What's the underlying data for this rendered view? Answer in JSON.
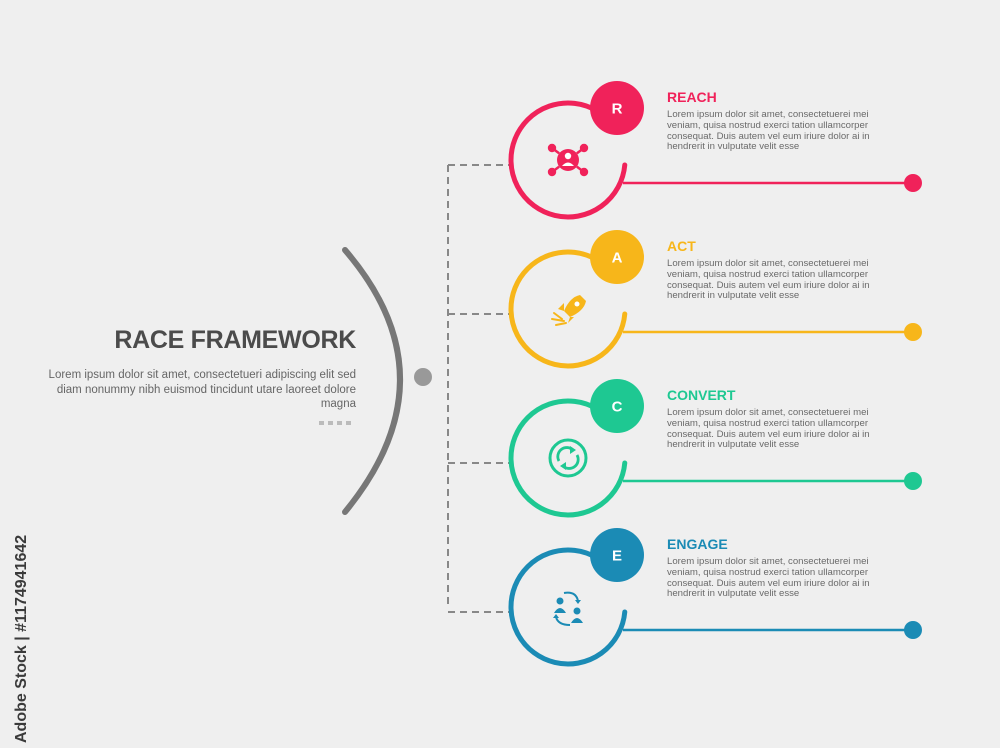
{
  "title": "RACE FRAMEWORK",
  "description": "Lorem ipsum dolor sit amet, consectetueri adipiscing elit sed diam nonummy nibh euismod tincidunt utare laoreet dolore magna",
  "watermark_id": "Adobe Stock | #1174941642",
  "colors": {
    "hub": "#777777",
    "connector": "#888888"
  },
  "steps": [
    {
      "letter": "R",
      "label": "REACH",
      "icon": "network-people-icon",
      "color": "#f0225a",
      "text": "Lorem ipsum dolor sit amet, consectetuerei mei veniam, quisa nostrud exerci tation ullamcorper consequat. Duis autem vel eum iriure dolor ai in hendrerit in vulputate velit esse"
    },
    {
      "letter": "A",
      "label": "ACT",
      "icon": "rocket-icon",
      "color": "#f7b61a",
      "text": "Lorem ipsum dolor sit amet, consectetuerei mei veniam, quisa nostrud exerci tation ullamcorper consequat. Duis autem vel eum iriure dolor ai in hendrerit in vulputate velit esse"
    },
    {
      "letter": "C",
      "label": "CONVERT",
      "icon": "convert-arrows-icon",
      "color": "#1ec892",
      "text": "Lorem ipsum dolor sit amet, consectetuerei mei veniam, quisa nostrud exerci tation ullamcorper consequat. Duis autem vel eum iriure dolor ai in hendrerit in vulputate velit esse"
    },
    {
      "letter": "E",
      "label": "ENGAGE",
      "icon": "people-exchange-icon",
      "color": "#1b8bb5",
      "text": "Lorem ipsum dolor sit amet, consectetuerei mei veniam, quisa nostrud exerci tation ullamcorper consequat. Duis autem vel eum iriure dolor ai in hendrerit in vulputate velit esse"
    }
  ]
}
